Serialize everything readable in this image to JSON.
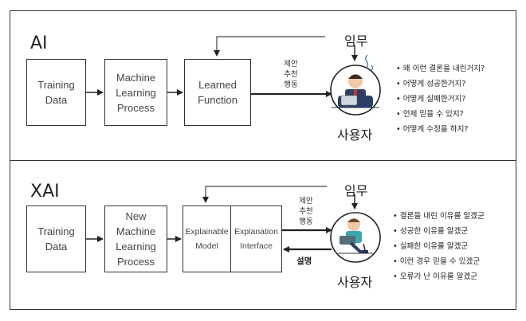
{
  "ai": {
    "title": "AI",
    "boxes": [
      "Training\nData",
      "Machine\nLearning\nProcess",
      "Learned\nFunction"
    ],
    "arrow_label": "제안\n추천\n행동",
    "task": "임무",
    "user": "사용자",
    "questions": [
      "왜 이런 결론을 내린거지?",
      "어떻게 성공한거지?",
      "어떻게 실패한거지?",
      "언제 믿을 수 있지?",
      "어떻게 수정을 하지?"
    ]
  },
  "xai": {
    "title": "XAI",
    "boxes": [
      "Training\nData",
      "New\nMachine\nLearning\nProcess"
    ],
    "model": "Explainable\nModel",
    "interface": "Explanation\nInterface",
    "arrow_label": "제안\n추천\n행동",
    "explanation": "설명",
    "task": "임무",
    "user": "사용자",
    "answers": [
      "결론을 내린 이유를 알겠군",
      "성공한 이유를 알겠군",
      "실패한 이유를 알겠군",
      "이런 경우 믿을 수 있겠군",
      "오류가 난 이유를 알겠군"
    ]
  }
}
